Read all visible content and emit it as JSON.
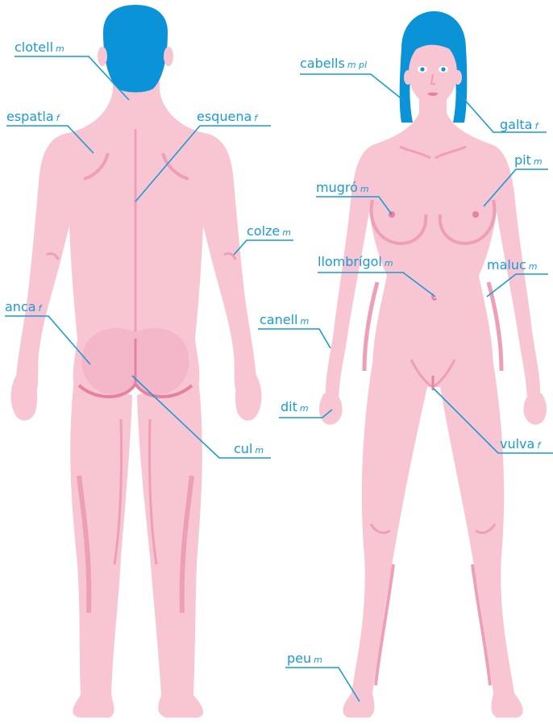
{
  "colors": {
    "skin": "#f8c5d3",
    "skin_shadow": "#ed9fb7",
    "skin_dark": "#e5829f",
    "hair": "#0b93d8",
    "label": "#1a9ad6",
    "eye": "#0b93d8",
    "background": "#ffffff"
  },
  "labels": {
    "clotell": {
      "word": "clotell",
      "gender": "m"
    },
    "espatla": {
      "word": "espatla",
      "gender": "f"
    },
    "esquena": {
      "word": "esquena",
      "gender": "f"
    },
    "colze": {
      "word": "colze",
      "gender": "m"
    },
    "anca": {
      "word": "anca",
      "gender": "f"
    },
    "cul": {
      "word": "cul",
      "gender": "m"
    },
    "cabells": {
      "word": "cabells",
      "gender": "m pl"
    },
    "galta": {
      "word": "galta",
      "gender": "f"
    },
    "pit": {
      "word": "pit",
      "gender": "m"
    },
    "mugro": {
      "word": "mugró",
      "gender": "m"
    },
    "llombrigol": {
      "word": "llombrígol",
      "gender": "m"
    },
    "maluc": {
      "word": "maluc",
      "gender": "m"
    },
    "canell": {
      "word": "canell",
      "gender": "m"
    },
    "dit": {
      "word": "dit",
      "gender": "m"
    },
    "vulva": {
      "word": "vulva",
      "gender": "f"
    },
    "peu": {
      "word": "peu",
      "gender": "m"
    }
  }
}
